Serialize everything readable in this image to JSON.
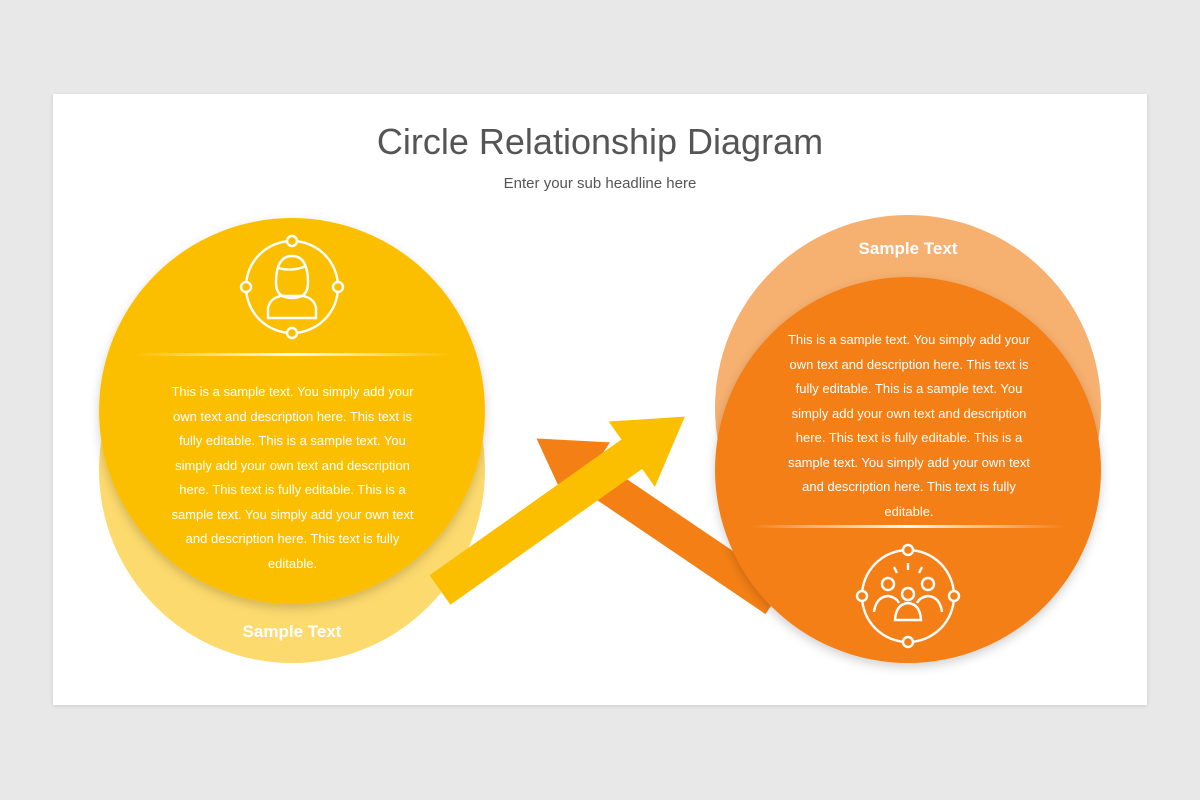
{
  "header": {
    "title": "Circle Relationship Diagram",
    "subtitle": "Enter your sub headline here"
  },
  "left_item": {
    "label": "Sample Text",
    "description": "This is a sample text. You simply add your own text and description here. This text is fully editable. This is a sample text. You simply add your own text and description here. This text is fully editable.  This is a sample text. You simply add your own text and description here. This text is fully editable.",
    "icon": "person-profile-icon",
    "color_main": "#fcbf00",
    "color_back": "#fdda6d"
  },
  "right_item": {
    "label": "Sample Text",
    "description": "This is a sample text. You simply add your own text and description here. This text is fully editable. This is a sample text. You simply add your own text and description here. This text is fully editable.  This is a sample text. You simply add your own text and description here. This text is fully editable.",
    "icon": "team-group-icon",
    "color_main": "#f47f15",
    "color_back": "#f6b06f"
  }
}
